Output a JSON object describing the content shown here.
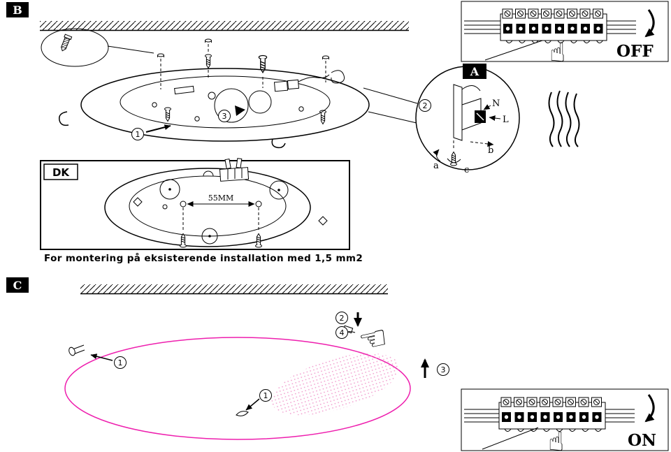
{
  "badges": {
    "b": "B",
    "a": "A",
    "c": "C"
  },
  "insets": {
    "off": "OFF",
    "on": "ON"
  },
  "steps": {
    "s1": "1",
    "s2": "2",
    "s3": "3",
    "s4": "4"
  },
  "terminal": {
    "n": "N",
    "l": "L",
    "a": "a",
    "b": "b",
    "c": "c"
  },
  "dk": {
    "label": "DK",
    "dimension": "55MM",
    "caption": "For montering på eksisterende installation med 1,5 mm2"
  },
  "icons": {
    "hand_up": "☝",
    "hand_left": "☜"
  },
  "colors": {
    "shade": "#ee1fae"
  }
}
